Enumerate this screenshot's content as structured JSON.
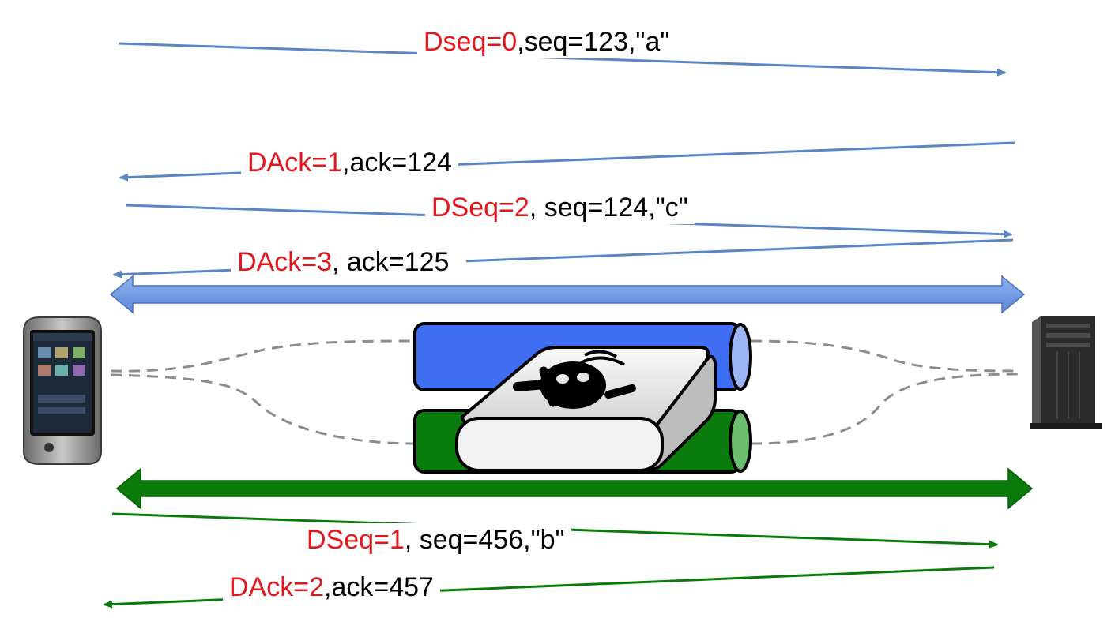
{
  "colors": {
    "blue_arrow": "#5b86c4",
    "blue_path": "#4f72ff",
    "green_arrow": "#0a7a0a",
    "green_path": "#0f8a12",
    "label_red": "#e3161c",
    "dashed": "#8c8c8c"
  },
  "messages": [
    {
      "dseq": "Dseq=0",
      "rest": ",seq=123,\"a\""
    },
    {
      "dseq": "DAck=1",
      "rest": ",ack=124"
    },
    {
      "dseq": "DSeq=2",
      "rest": ", seq=124,\"c\""
    },
    {
      "dseq": "DAck=3",
      "rest": ", ack=125"
    },
    {
      "dseq": "DSeq=1",
      "rest": ", seq=456,\"b\""
    },
    {
      "dseq": "DAck=2",
      "rest": ",ack=457"
    }
  ],
  "icons": {
    "client": "smartphone-icon",
    "server": "server-tower-icon",
    "middlebox": "skull-crossbones-icon"
  }
}
